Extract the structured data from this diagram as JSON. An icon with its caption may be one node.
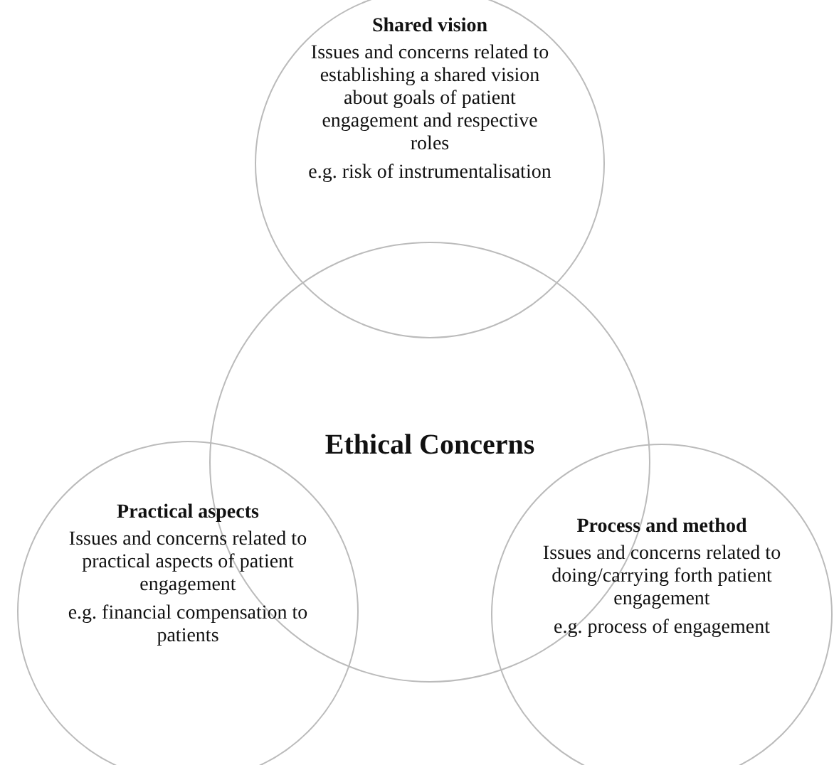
{
  "diagram": {
    "nodes": [
      {
        "text": [
          "Ethical Concerns"
        ]
      },
      {
        "text": [
          "Shared vision",
          "Issues and concerns related to establishing a shared vision about goals of patient engagement and respective roles",
          "e.g.  risk of instrumentalisation"
        ]
      },
      {
        "text": [
          "Practical aspects",
          "Issues and concerns related to practical aspects of patient engagement",
          "e.g. financial compensation to patients"
        ]
      },
      {
        "text": [
          "Process and method",
          "Issues and concerns related to doing/carrying forth patient engagement",
          "e.g.  process of engagement"
        ]
      }
    ]
  }
}
